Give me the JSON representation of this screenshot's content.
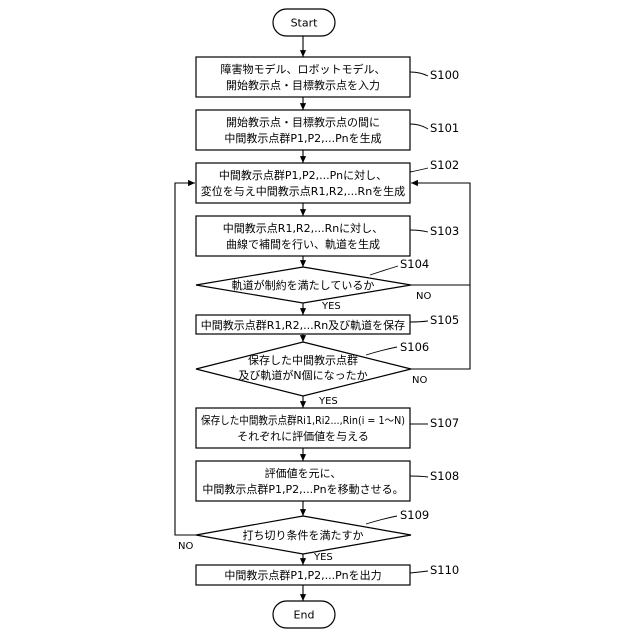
{
  "flowchart": {
    "start": "Start",
    "end": "End",
    "s100": {
      "label": "S100",
      "lines": [
        "障害物モデル、ロボットモデル、",
        "開始教示点・目標教示点を入力"
      ]
    },
    "s101": {
      "label": "S101",
      "lines": [
        "開始教示点・目標教示点の間に",
        "中間教示点群P1,P2,...Pnを生成"
      ]
    },
    "s102": {
      "label": "S102",
      "lines": [
        "中間教示点群P1,P2,...Pnに対し、",
        "変位を与え中間教示点R1,R2,...Rnを生成"
      ]
    },
    "s103": {
      "label": "S103",
      "lines": [
        "中間教示点R1,R2,...Rnに対し、",
        "曲線で補間を行い、軌道を生成"
      ]
    },
    "s104": {
      "label": "S104",
      "lines": [
        "軌道が制約を満たしているか"
      ],
      "yes": "YES",
      "no": "NO"
    },
    "s105": {
      "label": "S105",
      "lines": [
        "中間教示点群R1,R2,...Rn及び軌道を保存"
      ]
    },
    "s106": {
      "label": "S106",
      "lines": [
        "保存した中間教示点群",
        "及び軌道がN個になったか"
      ],
      "yes": "YES",
      "no": "NO"
    },
    "s107": {
      "label": "S107",
      "lines": [
        "保存した中間教示点群Ri1,Ri2...,Rin(i = 1〜N)",
        "それぞれに評価値を与える"
      ]
    },
    "s108": {
      "label": "S108",
      "lines": [
        "評価値を元に、",
        "中間教示点群P1,P2,...Pnを移動させる。"
      ]
    },
    "s109": {
      "label": "S109",
      "lines": [
        "打ち切り条件を満たすか"
      ],
      "yes": "YES",
      "no": "NO"
    },
    "s110": {
      "label": "S110",
      "lines": [
        "中間教示点群P1,P2,...Pnを出力"
      ]
    }
  }
}
